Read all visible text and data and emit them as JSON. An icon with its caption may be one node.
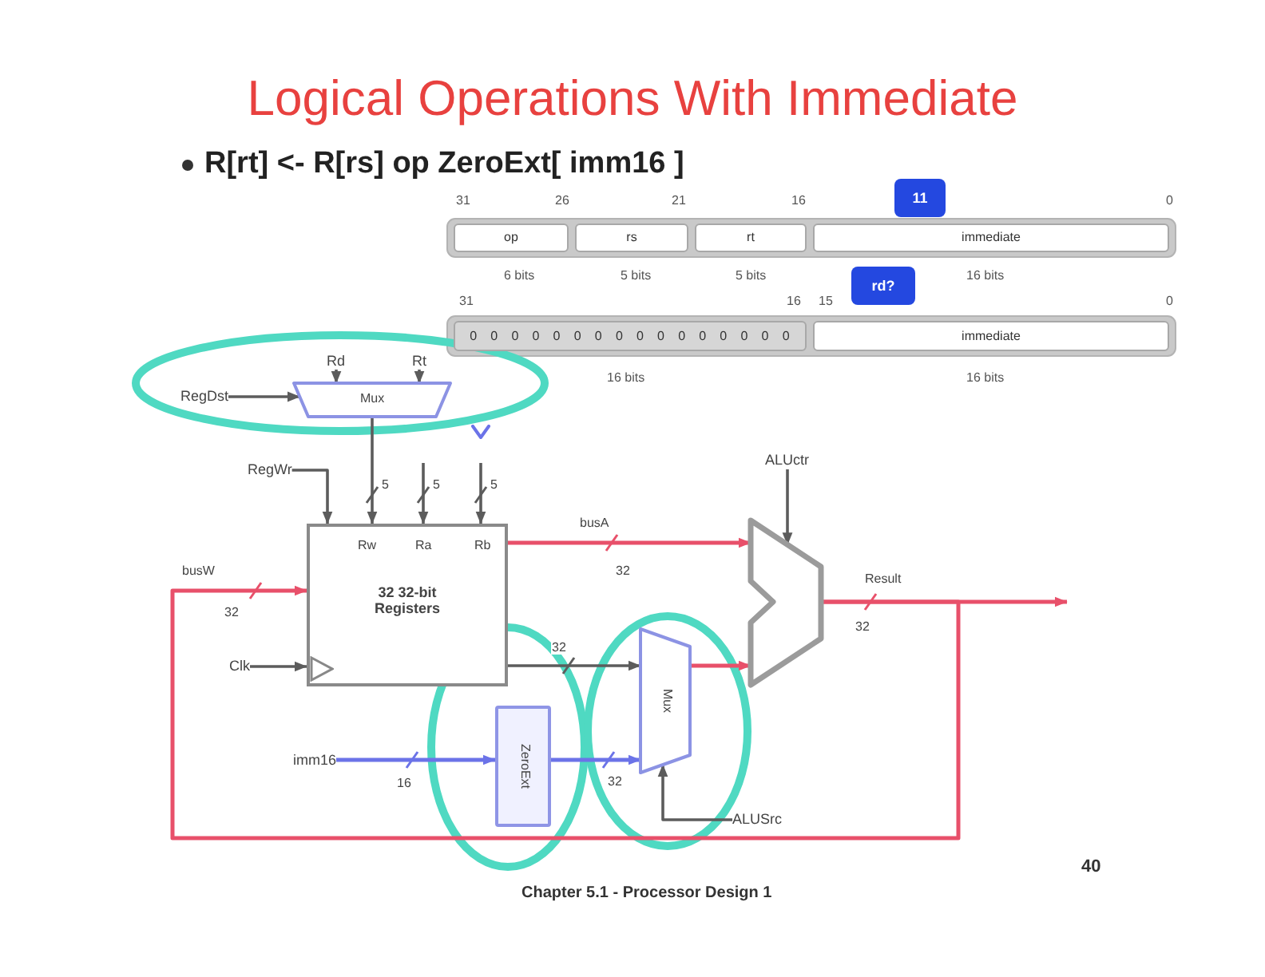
{
  "diagram": {
    "title": "Logical Operations With Immediate",
    "nodes": [
      {
        "text": [
          "op"
        ]
      },
      {
        "text": [
          "rs"
        ]
      },
      {
        "text": [
          "rt"
        ]
      },
      {
        "text": [
          "immediate"
        ]
      },
      {
        "text": [
          "0000000000000000"
        ]
      },
      {
        "text": [
          "immediate"
        ]
      },
      {
        "text": [
          "11"
        ]
      },
      {
        "text": [
          "rd?"
        ]
      },
      {
        "text": [
          "Rd"
        ]
      },
      {
        "text": [
          "Rt"
        ]
      },
      {
        "text": [
          "RegDst"
        ]
      },
      {
        "text": [
          "Mux"
        ]
      },
      {
        "text": [
          "RegWr"
        ]
      },
      {
        "text": [
          "Rw",
          "Ra",
          "Rb",
          "32 32-bit Registers"
        ]
      },
      {
        "text": [
          "Clk"
        ]
      },
      {
        "text": [],
        "shape": "alu"
      },
      {
        "text": [
          "ALUctr"
        ]
      },
      {
        "text": [
          "imm16"
        ]
      },
      {
        "text": [
          "ZeroExt"
        ]
      },
      {
        "text": [
          "Mux"
        ]
      },
      {
        "text": [
          "ALUSrc"
        ]
      }
    ],
    "edges": [
      {
        "from": 10,
        "to": 11,
        "arrow": "to"
      },
      {
        "from": 8,
        "to": 11,
        "arrow": "to"
      },
      {
        "from": 9,
        "to": 11,
        "arrow": "to"
      },
      {
        "from": 11,
        "to": 13,
        "arrow": "to",
        "label": "5"
      },
      {
        "from": null,
        "to": 13,
        "arrow": "to",
        "label": "5"
      },
      {
        "from": null,
        "to": 13,
        "arrow": "to",
        "label": "5"
      },
      {
        "from": 12,
        "to": 13,
        "arrow": "to"
      },
      {
        "from": 14,
        "to": 13,
        "arrow": "to"
      },
      {
        "from": 13,
        "to": 15,
        "arrow": "to",
        "label": "busA",
        "color": "#e8506a"
      },
      {
        "from": 13,
        "to": 19,
        "arrow": "to",
        "label": "32"
      },
      {
        "from": 17,
        "to": 18,
        "arrow": "to",
        "label": "16",
        "color": "#6b73e8"
      },
      {
        "from": 18,
        "to": 19,
        "arrow": "to",
        "label": "32",
        "color": "#6b73e8"
      },
      {
        "from": 20,
        "to": 19,
        "arrow": "to"
      },
      {
        "from": 19,
        "to": 15,
        "arrow": "to",
        "color": "#e8506a"
      },
      {
        "from": 16,
        "to": 15,
        "arrow": "to"
      },
      {
        "from": 15,
        "to": null,
        "arrow": "to",
        "label": "Result",
        "color": "#e8506a"
      },
      {
        "from": 15,
        "to": 13,
        "arrow": "to",
        "label": "busW",
        "color": "#e8506a"
      }
    ],
    "labels": [
      "R[rt] <- R[rs] op ZeroExt[ imm16 ]",
      "31",
      "26",
      "21",
      "16",
      "0",
      "6 bits",
      "5 bits",
      "5 bits",
      "16 bits",
      "31",
      "16",
      "15",
      "0",
      "16 bits",
      "16 bits",
      "32",
      "32",
      "32",
      "Chapter 5.1 - Processor Design 1",
      "40"
    ]
  }
}
